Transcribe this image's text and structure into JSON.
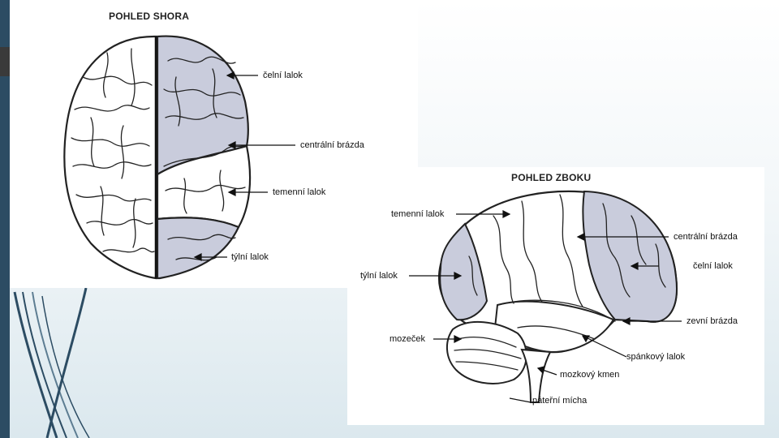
{
  "top_view": {
    "title": "POHLED SHORA",
    "labels": {
      "frontal": "čelní lalok",
      "central_sulcus": "centrální brázda",
      "parietal": "temenní lalok",
      "occipital": "týlní lalok"
    }
  },
  "side_view": {
    "title": "POHLED ZBOKU",
    "labels": {
      "parietal": "temenní lalok",
      "central_sulcus": "centrální brázda",
      "frontal": "čelní lalok",
      "occipital": "týlní lalok",
      "lateral_sulcus": "zevní brázda",
      "cerebellum": "mozeček",
      "temporal": "spánkový lalok",
      "brainstem": "mozkový kmen",
      "spinal_cord": "páteřní mícha"
    }
  },
  "colors": {
    "highlight": "#c9ccdc",
    "sidebar": "#2c4c63",
    "outline": "#222222"
  }
}
